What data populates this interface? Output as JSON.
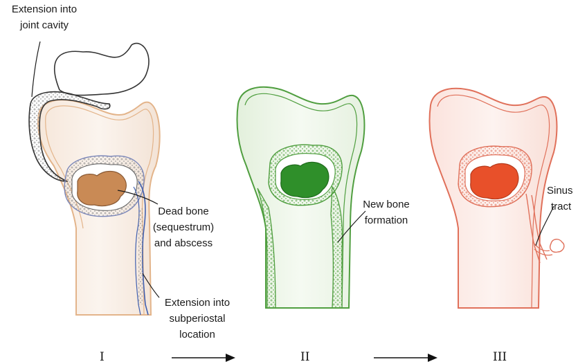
{
  "labels": {
    "joint_cavity_1": "Extension into",
    "joint_cavity_2": "joint cavity",
    "dead_bone_1": "Dead bone",
    "dead_bone_2": "(sequestrum)",
    "dead_bone_3": "and abscess",
    "subperiosteal_1": "Extension into",
    "subperiosteal_2": "subperiostal",
    "subperiosteal_3": "location",
    "new_bone_1": "New bone",
    "new_bone_2": "formation",
    "sinus_1": "Sinus",
    "sinus_2": "tract"
  },
  "stages": [
    "I",
    "II",
    "III"
  ],
  "colors": {
    "stage1_outline": "#e3b48a",
    "stage1_sequestrum": "#c98a55",
    "stage1_joint": "#333333",
    "stage1_periosteum": "#3f5fb0",
    "stage2_outline": "#4f9e3f",
    "stage2_fill": "#2f8f2a",
    "stage3_outline": "#e0705a",
    "stage3_fill": "#e8502a",
    "ink": "#1a1a1a"
  }
}
